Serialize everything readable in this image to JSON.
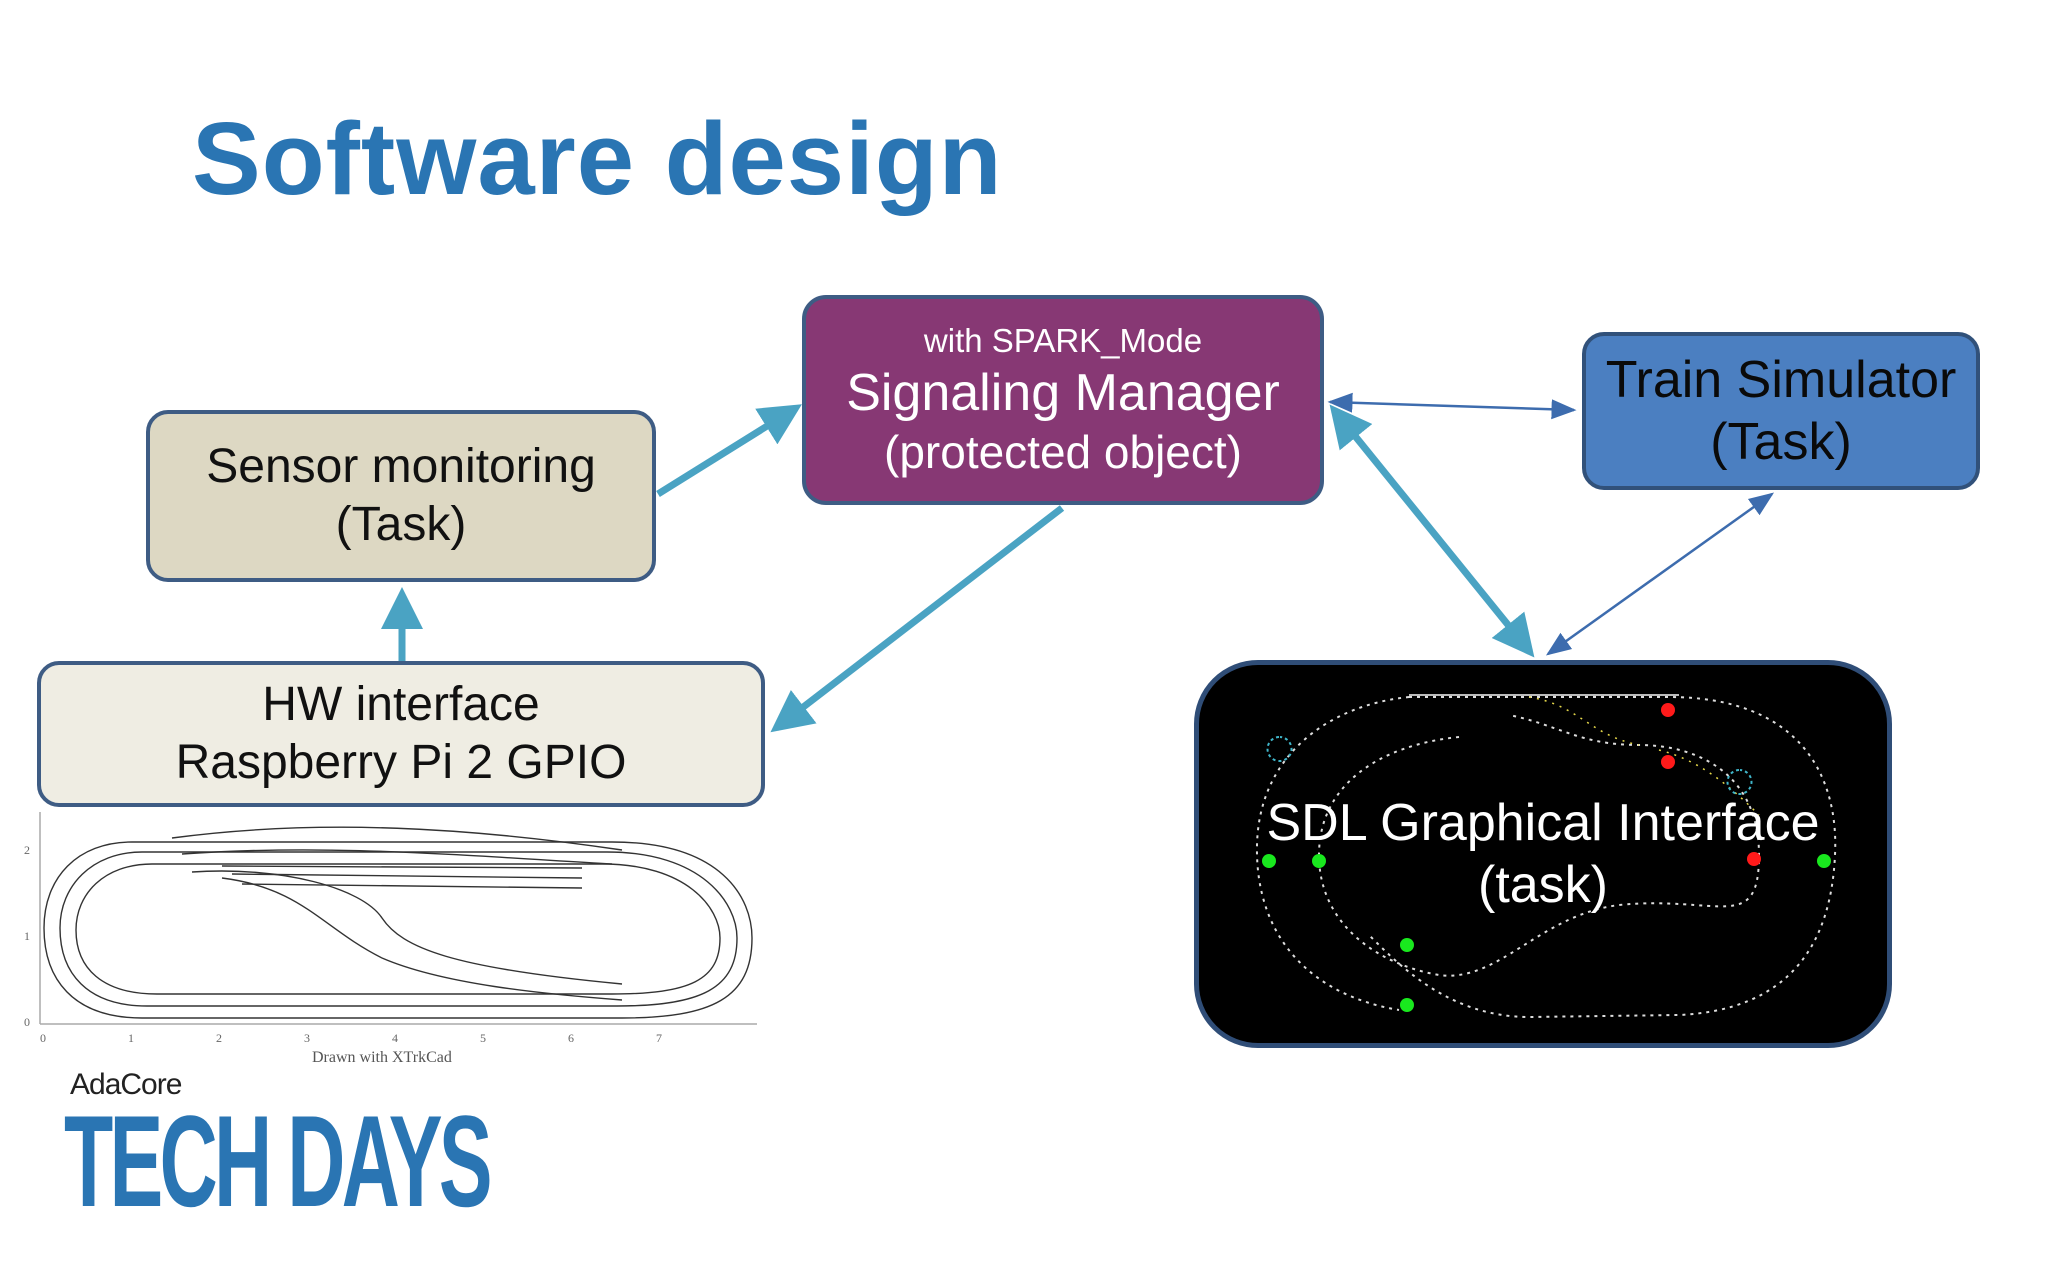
{
  "slide": {
    "title": "Software design"
  },
  "nodes": {
    "signaling": {
      "annotation": "with SPARK_Mode",
      "name": "Signaling Manager",
      "kind": "(protected object)",
      "fill": "#873874"
    },
    "sensor": {
      "name": "Sensor monitoring",
      "kind": "(Task)",
      "fill": "#ddd8c3"
    },
    "hw": {
      "name": "HW interface",
      "detail": "Raspberry Pi 2 GPIO",
      "fill": "#efede3"
    },
    "train": {
      "name": "Train Simulator",
      "kind": "(Task)",
      "fill": "#4b7fc1"
    },
    "sdl": {
      "name": "SDL Graphical Interface",
      "kind": "(task)",
      "fill": "#000000"
    }
  },
  "connections": [
    {
      "from": "sensor",
      "to": "signaling",
      "color": "#4aa3c3"
    },
    {
      "from": "signaling",
      "to": "hw",
      "color": "#4aa3c3"
    },
    {
      "from": "hw",
      "to": "sensor",
      "color": "#4aa3c3"
    },
    {
      "from": "signaling",
      "to": "sdl",
      "color": "#4aa3c3",
      "bidirectional": true
    },
    {
      "from": "signaling",
      "to": "train",
      "color": "#3d6cae",
      "bidirectional": true
    },
    {
      "from": "train",
      "to": "sdl",
      "color": "#3d6cae",
      "bidirectional": true
    }
  ],
  "layout_plot": {
    "credit": "Drawn with XTrkCad",
    "y_ticks": [
      "2",
      "1",
      "0"
    ],
    "x_ticks": [
      "0",
      "1",
      "2",
      "3",
      "4",
      "5",
      "6",
      "7"
    ]
  },
  "branding": {
    "company": "AdaCore",
    "event": "TECH DAYS",
    "color": "#2a75b3"
  }
}
